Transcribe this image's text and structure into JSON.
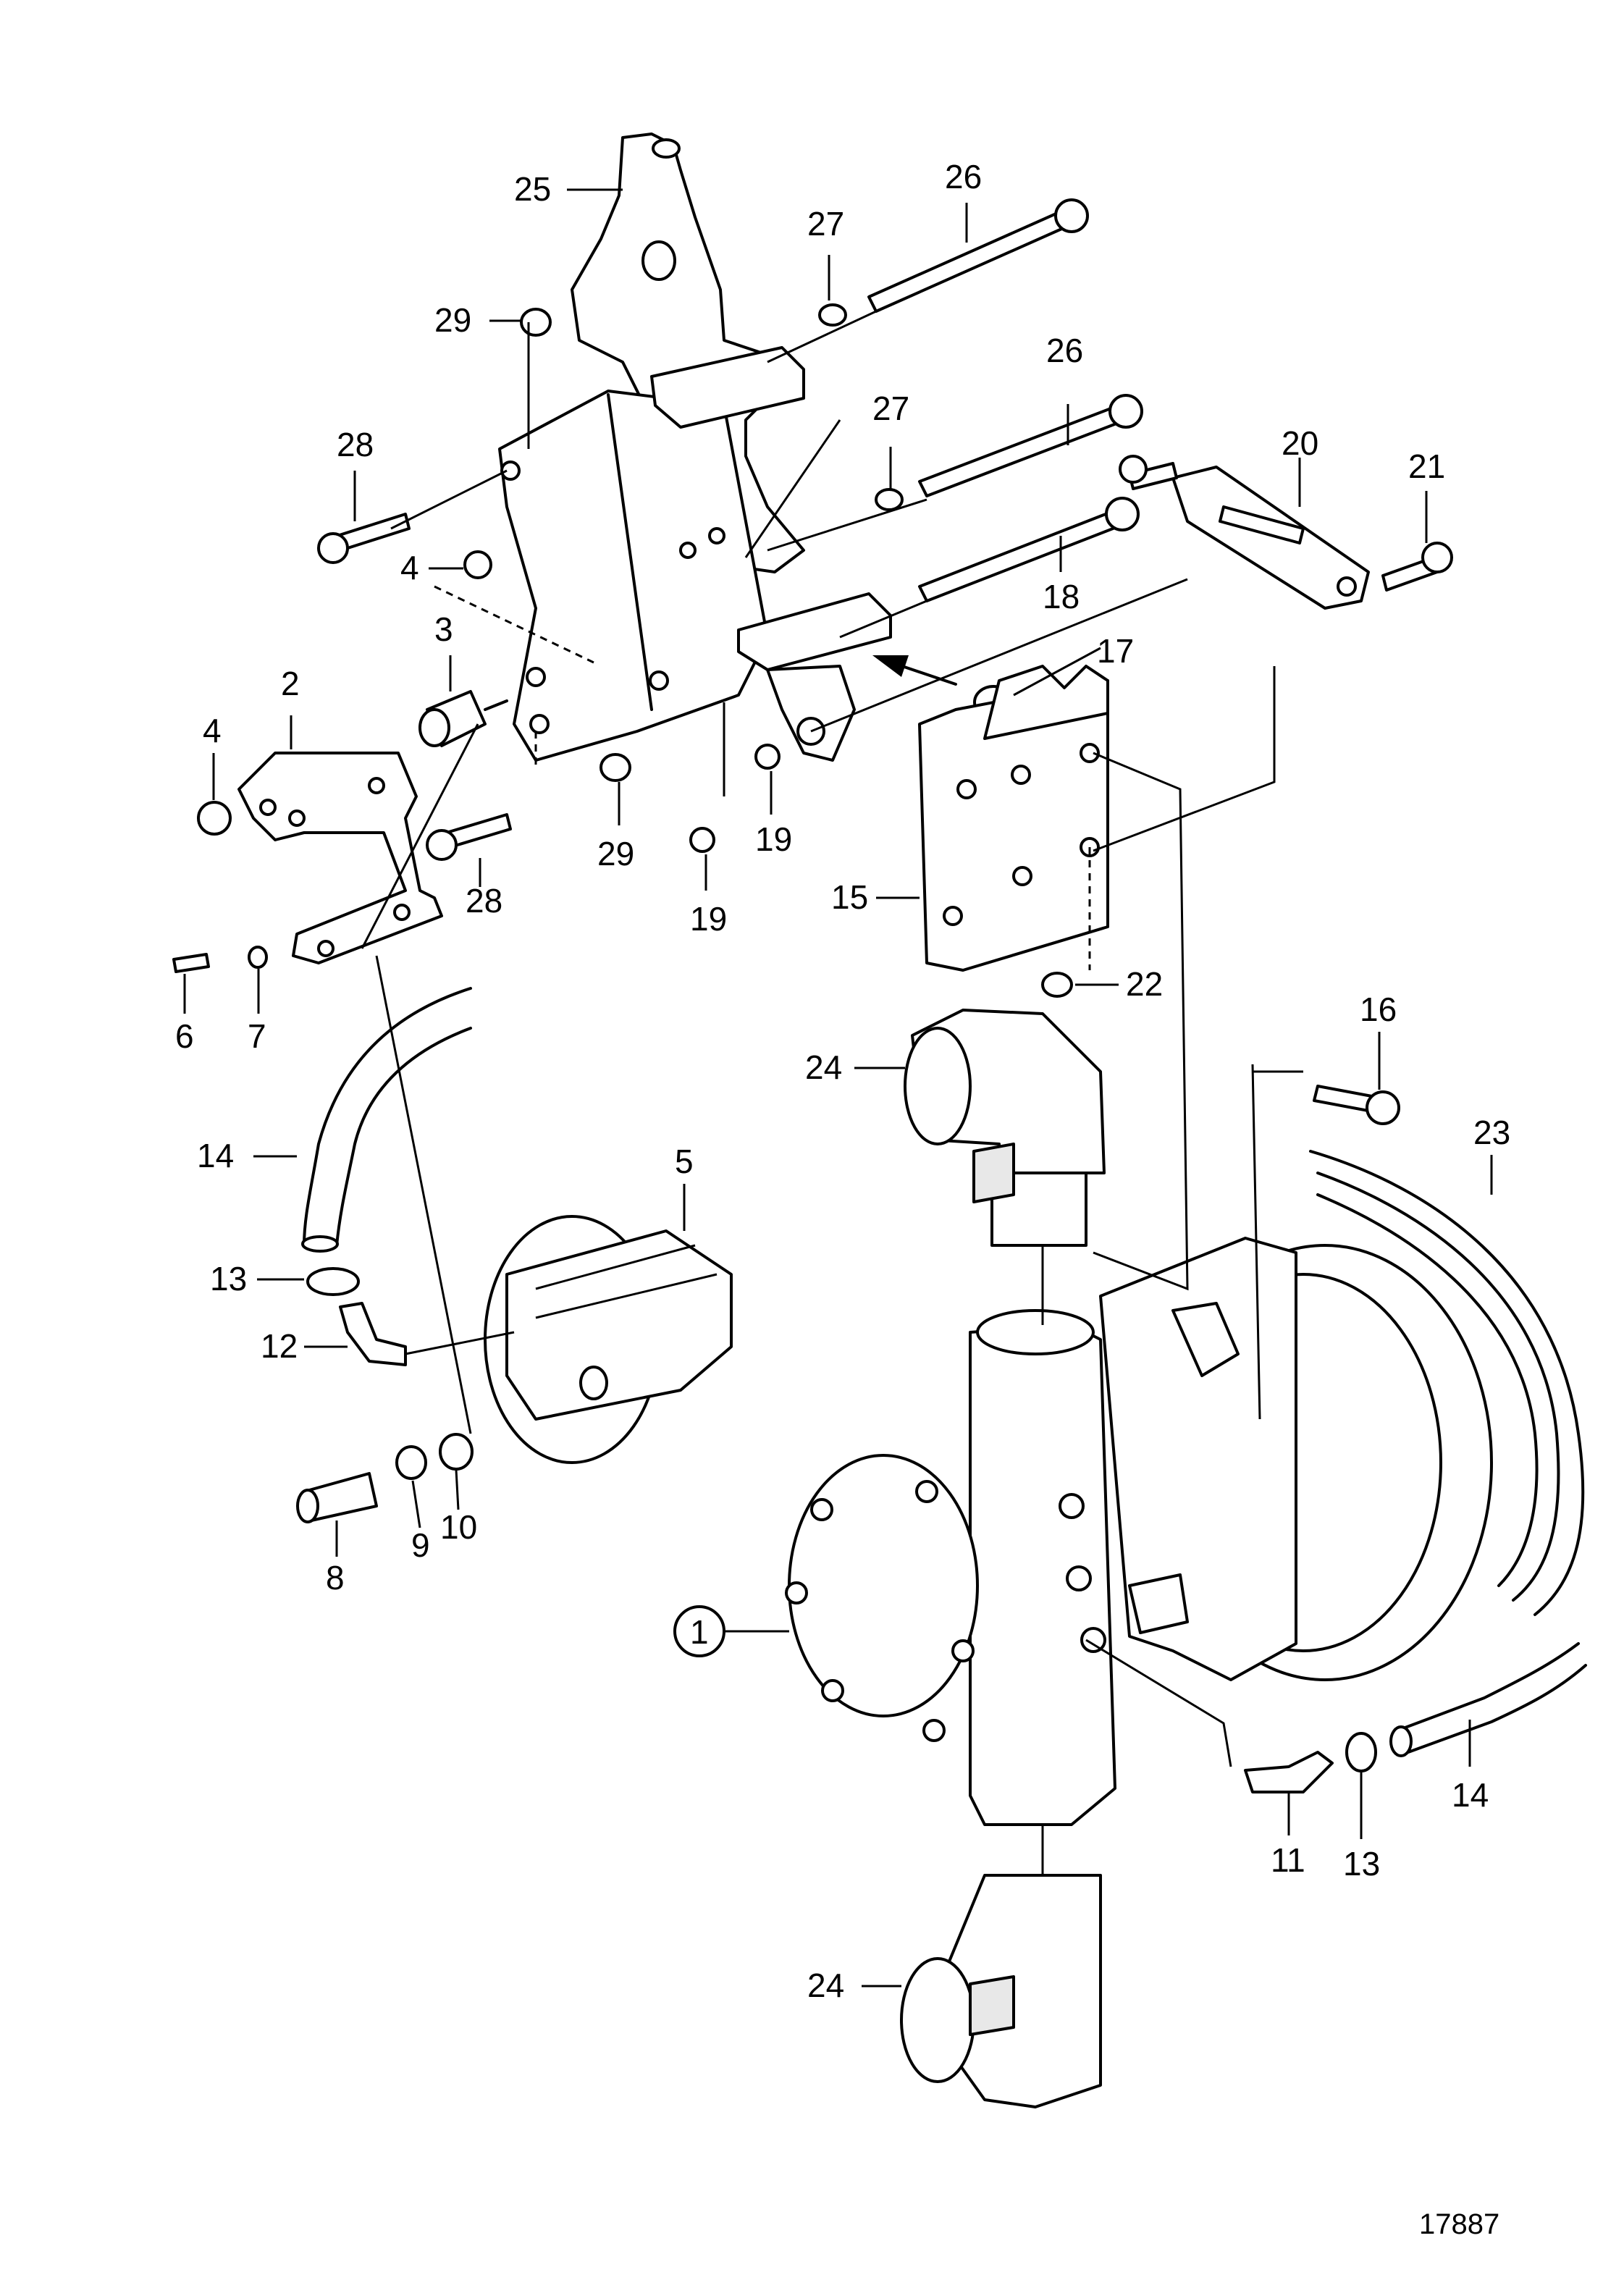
{
  "figure_number": "17887",
  "callouts": {
    "c1": "1",
    "c2": "2",
    "c3": "3",
    "c4a": "4",
    "c4b": "4",
    "c5": "5",
    "c6": "6",
    "c7": "7",
    "c8": "8",
    "c9": "9",
    "c10": "10",
    "c11": "11",
    "c12": "12",
    "c13a": "13",
    "c13b": "13",
    "c14a": "14",
    "c14b": "14",
    "c15": "15",
    "c16": "16",
    "c17": "17",
    "c18": "18",
    "c19a": "19",
    "c19b": "19",
    "c20": "20",
    "c21": "21",
    "c22": "22",
    "c23": "23",
    "c24a": "24",
    "c24b": "24",
    "c25": "25",
    "c26a": "26",
    "c26b": "26",
    "c27a": "27",
    "c27b": "27",
    "c28a": "28",
    "c28b": "28",
    "c29a": "29",
    "c29b": "29"
  }
}
